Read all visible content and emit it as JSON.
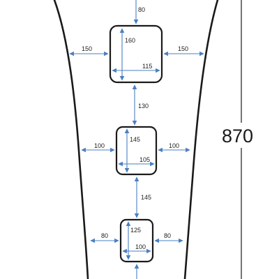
{
  "total_height": "870",
  "gaps": {
    "top": "80",
    "between_1_2": "130",
    "between_2_3": "145"
  },
  "openings": [
    {
      "height": "160",
      "width": "115",
      "side_left": "150",
      "side_right": "150"
    },
    {
      "height": "145",
      "width": "105",
      "side_left": "100",
      "side_right": "100"
    },
    {
      "height": "125",
      "width": "100",
      "side_left": "80",
      "side_right": "80"
    }
  ],
  "colors": {
    "dimension": "#4a7fc1",
    "outline": "#1a1a1a"
  }
}
